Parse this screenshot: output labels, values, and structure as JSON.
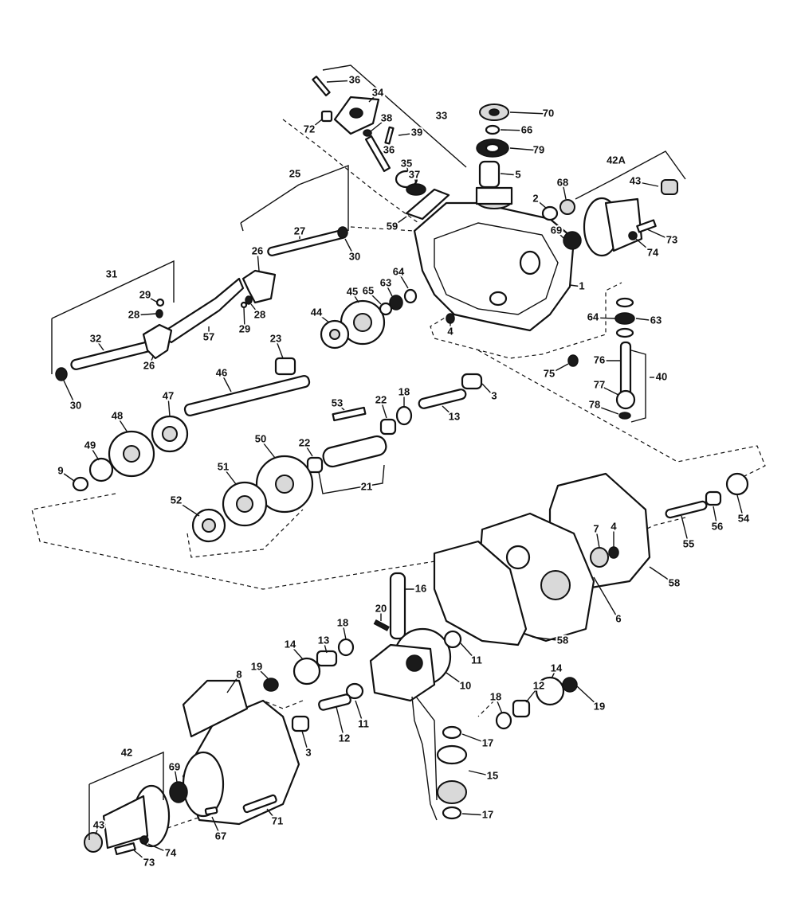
{
  "diagram": {
    "type": "exploded-parts-view",
    "labels": [
      {
        "id": "1",
        "text": "1"
      },
      {
        "id": "2",
        "text": "2"
      },
      {
        "id": "3a",
        "text": "3"
      },
      {
        "id": "3b",
        "text": "3"
      },
      {
        "id": "4a",
        "text": "4"
      },
      {
        "id": "4b",
        "text": "4"
      },
      {
        "id": "5",
        "text": "5"
      },
      {
        "id": "6",
        "text": "6"
      },
      {
        "id": "7",
        "text": "7"
      },
      {
        "id": "8",
        "text": "8"
      },
      {
        "id": "9",
        "text": "9"
      },
      {
        "id": "10",
        "text": "10"
      },
      {
        "id": "11a",
        "text": "11"
      },
      {
        "id": "11b",
        "text": "11"
      },
      {
        "id": "12a",
        "text": "12"
      },
      {
        "id": "12b",
        "text": "12"
      },
      {
        "id": "13a",
        "text": "13"
      },
      {
        "id": "13b",
        "text": "13"
      },
      {
        "id": "14a",
        "text": "14"
      },
      {
        "id": "14b",
        "text": "14"
      },
      {
        "id": "15",
        "text": "15"
      },
      {
        "id": "16",
        "text": "16"
      },
      {
        "id": "17a",
        "text": "17"
      },
      {
        "id": "17b",
        "text": "17"
      },
      {
        "id": "18a",
        "text": "18"
      },
      {
        "id": "18b",
        "text": "18"
      },
      {
        "id": "18c",
        "text": "18"
      },
      {
        "id": "19a",
        "text": "19"
      },
      {
        "id": "19b",
        "text": "19"
      },
      {
        "id": "20",
        "text": "20"
      },
      {
        "id": "21",
        "text": "21"
      },
      {
        "id": "22a",
        "text": "22"
      },
      {
        "id": "22b",
        "text": "22"
      },
      {
        "id": "23",
        "text": "23"
      },
      {
        "id": "25",
        "text": "25"
      },
      {
        "id": "26a",
        "text": "26"
      },
      {
        "id": "26b",
        "text": "26"
      },
      {
        "id": "27",
        "text": "27"
      },
      {
        "id": "28a",
        "text": "28"
      },
      {
        "id": "28b",
        "text": "28"
      },
      {
        "id": "29a",
        "text": "29"
      },
      {
        "id": "29b",
        "text": "29"
      },
      {
        "id": "30a",
        "text": "30"
      },
      {
        "id": "30b",
        "text": "30"
      },
      {
        "id": "31",
        "text": "31"
      },
      {
        "id": "32",
        "text": "32"
      },
      {
        "id": "33",
        "text": "33"
      },
      {
        "id": "34",
        "text": "34"
      },
      {
        "id": "35",
        "text": "35"
      },
      {
        "id": "36a",
        "text": "36"
      },
      {
        "id": "36b",
        "text": "36"
      },
      {
        "id": "37",
        "text": "37"
      },
      {
        "id": "38",
        "text": "38"
      },
      {
        "id": "39",
        "text": "39"
      },
      {
        "id": "40",
        "text": "40"
      },
      {
        "id": "42",
        "text": "42"
      },
      {
        "id": "42A",
        "text": "42A"
      },
      {
        "id": "43a",
        "text": "43"
      },
      {
        "id": "43b",
        "text": "43"
      },
      {
        "id": "44",
        "text": "44"
      },
      {
        "id": "45",
        "text": "45"
      },
      {
        "id": "46",
        "text": "46"
      },
      {
        "id": "47",
        "text": "47"
      },
      {
        "id": "48",
        "text": "48"
      },
      {
        "id": "49",
        "text": "49"
      },
      {
        "id": "50",
        "text": "50"
      },
      {
        "id": "51",
        "text": "51"
      },
      {
        "id": "52",
        "text": "52"
      },
      {
        "id": "53",
        "text": "53"
      },
      {
        "id": "54",
        "text": "54"
      },
      {
        "id": "55",
        "text": "55"
      },
      {
        "id": "56",
        "text": "56"
      },
      {
        "id": "57",
        "text": "57"
      },
      {
        "id": "58a",
        "text": "58"
      },
      {
        "id": "58b",
        "text": "58"
      },
      {
        "id": "59",
        "text": "59"
      },
      {
        "id": "63a",
        "text": "63"
      },
      {
        "id": "63b",
        "text": "63"
      },
      {
        "id": "64a",
        "text": "64"
      },
      {
        "id": "64b",
        "text": "64"
      },
      {
        "id": "65",
        "text": "65"
      },
      {
        "id": "66",
        "text": "66"
      },
      {
        "id": "67",
        "text": "67"
      },
      {
        "id": "68",
        "text": "68"
      },
      {
        "id": "69a",
        "text": "69"
      },
      {
        "id": "69b",
        "text": "69"
      },
      {
        "id": "70",
        "text": "70"
      },
      {
        "id": "71",
        "text": "71"
      },
      {
        "id": "72",
        "text": "72"
      },
      {
        "id": "73a",
        "text": "73"
      },
      {
        "id": "73b",
        "text": "73"
      },
      {
        "id": "74a",
        "text": "74"
      },
      {
        "id": "74b",
        "text": "74"
      },
      {
        "id": "75",
        "text": "75"
      },
      {
        "id": "76",
        "text": "76"
      },
      {
        "id": "77",
        "text": "77"
      },
      {
        "id": "78",
        "text": "78"
      },
      {
        "id": "79",
        "text": "79"
      }
    ]
  }
}
